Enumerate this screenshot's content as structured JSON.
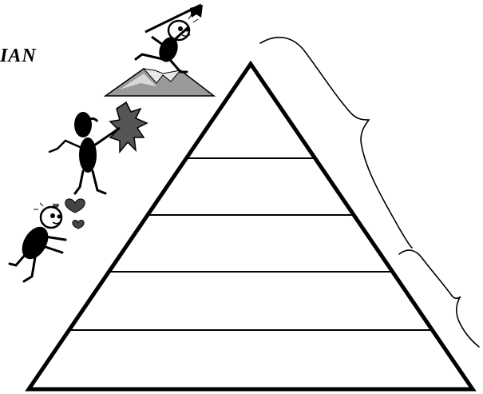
{
  "heading": {
    "text": "IAN"
  },
  "diagram": {
    "shape": "pyramid",
    "levels": 5,
    "tier_labels": [
      "",
      "",
      "",
      "",
      ""
    ],
    "bracket_count": 2,
    "illustrations": [
      "figure-with-hearts-icon",
      "figure-with-burst-icon",
      "figure-on-mountain-with-flag-icon"
    ]
  },
  "colors": {
    "stroke": "#000000",
    "background": "#ffffff",
    "mountain": "#9a9a9a"
  }
}
